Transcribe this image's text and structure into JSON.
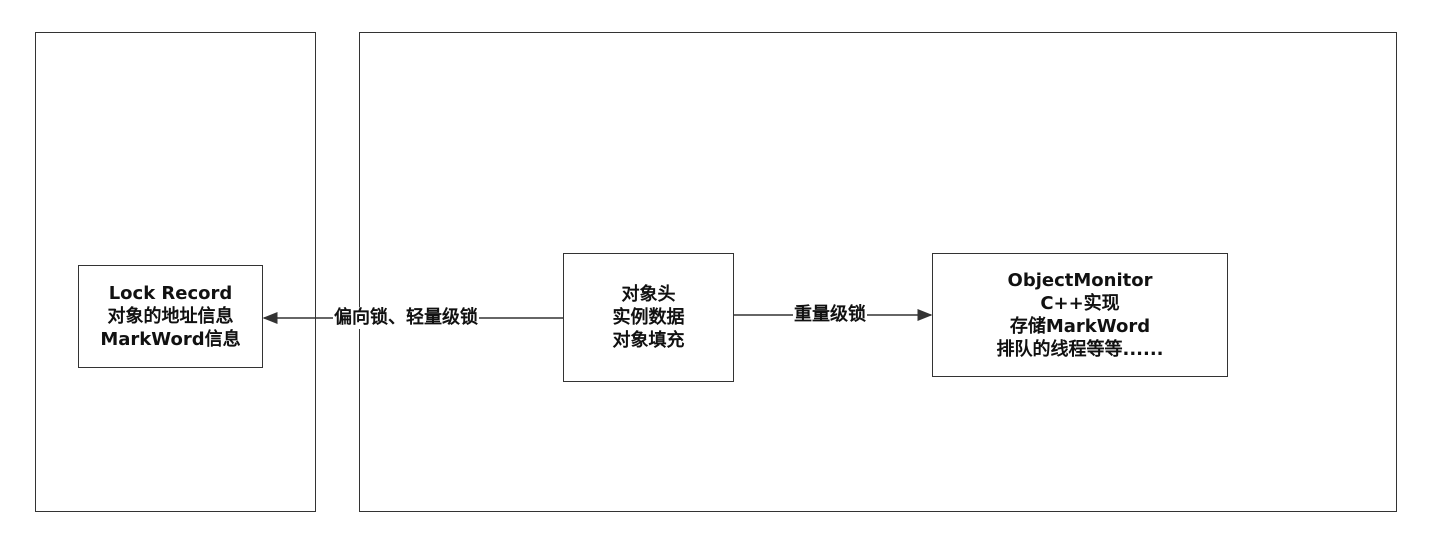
{
  "nodes": {
    "lock_record": {
      "lines": [
        "Lock Record",
        "对象的地址信息",
        "MarkWord信息"
      ]
    },
    "object": {
      "lines": [
        "对象头",
        "实例数据",
        "对象填充"
      ]
    },
    "object_monitor": {
      "lines": [
        "ObjectMonitor",
        "C++实现",
        "存储MarkWord",
        "排队的线程等等......"
      ]
    }
  },
  "edges": {
    "to_lock_record": {
      "label": "偏向锁、轻量级锁"
    },
    "to_object_monitor": {
      "label": "重量级锁"
    }
  },
  "colors": {
    "stroke": "#333333",
    "text": "#111111",
    "background": "#ffffff"
  }
}
